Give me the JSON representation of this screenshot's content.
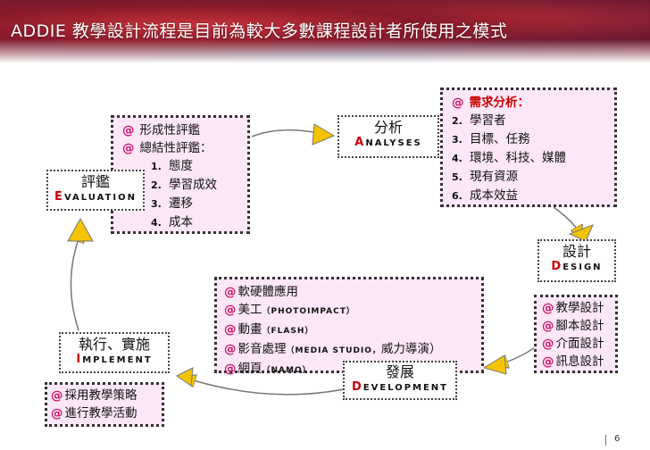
{
  "title": "ADDIE 教學設計流程是目前為較大多數課程設計者所使用之模式",
  "analysis": {
    "zh": "分析",
    "en_cap": "A",
    "en_rest": "NALYSES",
    "items_header": "需求分析：",
    "items": [
      "學習者",
      "目標、任務",
      "環境、科技、媒體",
      "現有資源",
      "成本效益"
    ]
  },
  "design": {
    "zh": "設計",
    "en_cap": "D",
    "en_rest": "ESIGN",
    "items": [
      "教學設計",
      "腳本設計",
      "介面設計",
      "訊息設計"
    ]
  },
  "development": {
    "zh": "發展",
    "en_cap": "D",
    "en_rest": "EVELOPMENT",
    "items": [
      {
        "text": "軟硬體應用",
        "small": ""
      },
      {
        "text": "美工",
        "small": "（PHOTOIMPACT）"
      },
      {
        "text": "動畫",
        "small": "（FLASH）"
      },
      {
        "text": "影音處理",
        "small": "（MEDIA STUDIO，",
        "tail": "威力導演）"
      },
      {
        "text": "網頁",
        "small": "（NAMO）"
      }
    ]
  },
  "implement": {
    "zh": "執行、實施",
    "en_cap": "I",
    "en_rest": "MPLEMENT",
    "items": [
      "採用教學策略",
      "進行教學活動"
    ]
  },
  "evaluation": {
    "zh": "評鑑",
    "en_cap": "E",
    "en_rest": "VALUATION",
    "items_top": [
      "形成性評鑑",
      "總結性評鑑："
    ],
    "items": [
      "態度",
      "學習成效",
      "遷移",
      "成本"
    ]
  },
  "page_number": "6",
  "colors": {
    "bullet": "#cc1166",
    "accent": "#cc0000",
    "arrow": "#f5c400",
    "box_bg": "#fbe7f7"
  }
}
